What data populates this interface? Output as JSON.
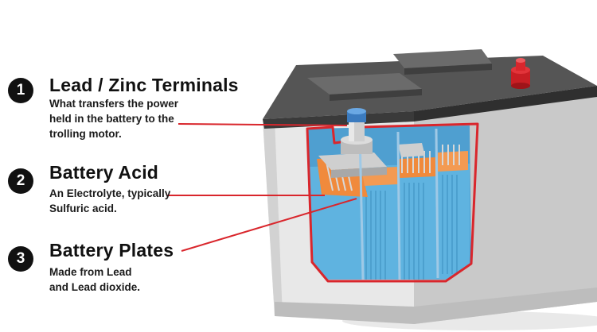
{
  "callouts": [
    {
      "number": "1",
      "title": "Lead / Zinc Terminals",
      "lines": [
        "What transfers the power",
        "held in the battery to the",
        "trolling motor."
      ]
    },
    {
      "number": "2",
      "title": "Battery Acid",
      "lines": [
        "An Electrolyte, typically",
        "Sulfuric acid."
      ]
    },
    {
      "number": "3",
      "title": "Battery Plates",
      "lines": [
        "Made from Lead",
        "and Lead dioxide."
      ]
    }
  ],
  "colors": {
    "accent_red": "#d9262c",
    "badge_black": "#111111",
    "case_light": "#e6e6e6",
    "lid_dark": "#4a4a4a",
    "acid_blue": "#5fb3e0",
    "plate_orange": "#f08a3c"
  }
}
